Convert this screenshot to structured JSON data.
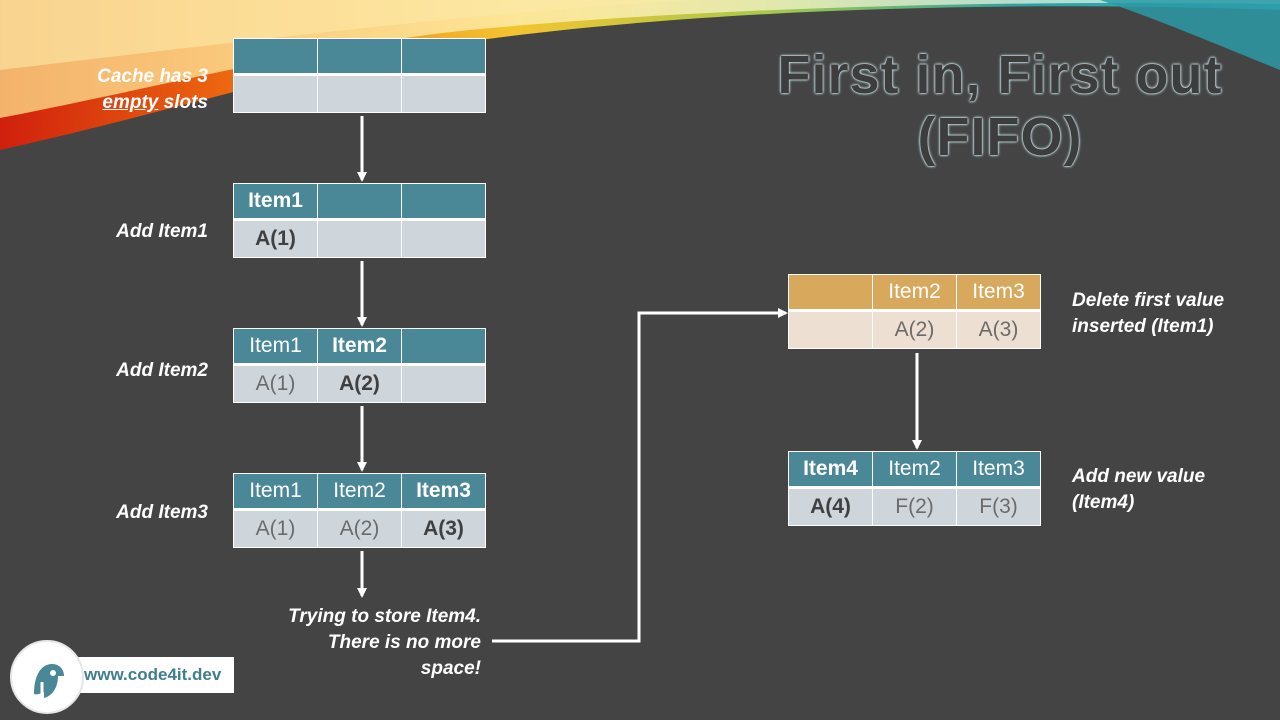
{
  "title": {
    "line1": "First in, First out",
    "line2": "(FIFO)"
  },
  "steps": [
    {
      "label_parts": [
        "Cache has 3",
        "empty",
        "slots"
      ],
      "headers": [
        "",
        "",
        ""
      ],
      "values": [
        "",
        "",
        ""
      ]
    },
    {
      "label": "Add Item1",
      "headers": [
        "Item1",
        "",
        ""
      ],
      "values": [
        "A(1)",
        "",
        ""
      ]
    },
    {
      "label": "Add Item2",
      "headers": [
        "Item1",
        "Item2",
        ""
      ],
      "values": [
        "A(1)",
        "A(2)",
        ""
      ]
    },
    {
      "label": "Add Item3",
      "headers": [
        "Item1",
        "Item2",
        "Item3"
      ],
      "values": [
        "A(1)",
        "A(2)",
        "A(3)"
      ]
    }
  ],
  "store_note": [
    "Trying to store Item4.",
    "There is no more",
    "space!"
  ],
  "delete_step": {
    "label": [
      "Delete first value",
      "inserted (Item1)"
    ],
    "headers": [
      "",
      "Item2",
      "Item3"
    ],
    "values": [
      "",
      "A(2)",
      "A(3)"
    ]
  },
  "add_step": {
    "label": [
      "Add new value",
      "(Item4)"
    ],
    "headers": [
      "Item4",
      "Item2",
      "Item3"
    ],
    "values": [
      "A(4)",
      "F(2)",
      "F(3)"
    ]
  },
  "logo": {
    "url": "www.code4it.dev",
    "icon": "parrot-logo-icon"
  },
  "colors": {
    "background": "#444444",
    "header_teal": "#4a8797",
    "header_orange": "#d8a85c",
    "value_grey": "#cfd6db",
    "value_beige": "#ede0d2"
  }
}
